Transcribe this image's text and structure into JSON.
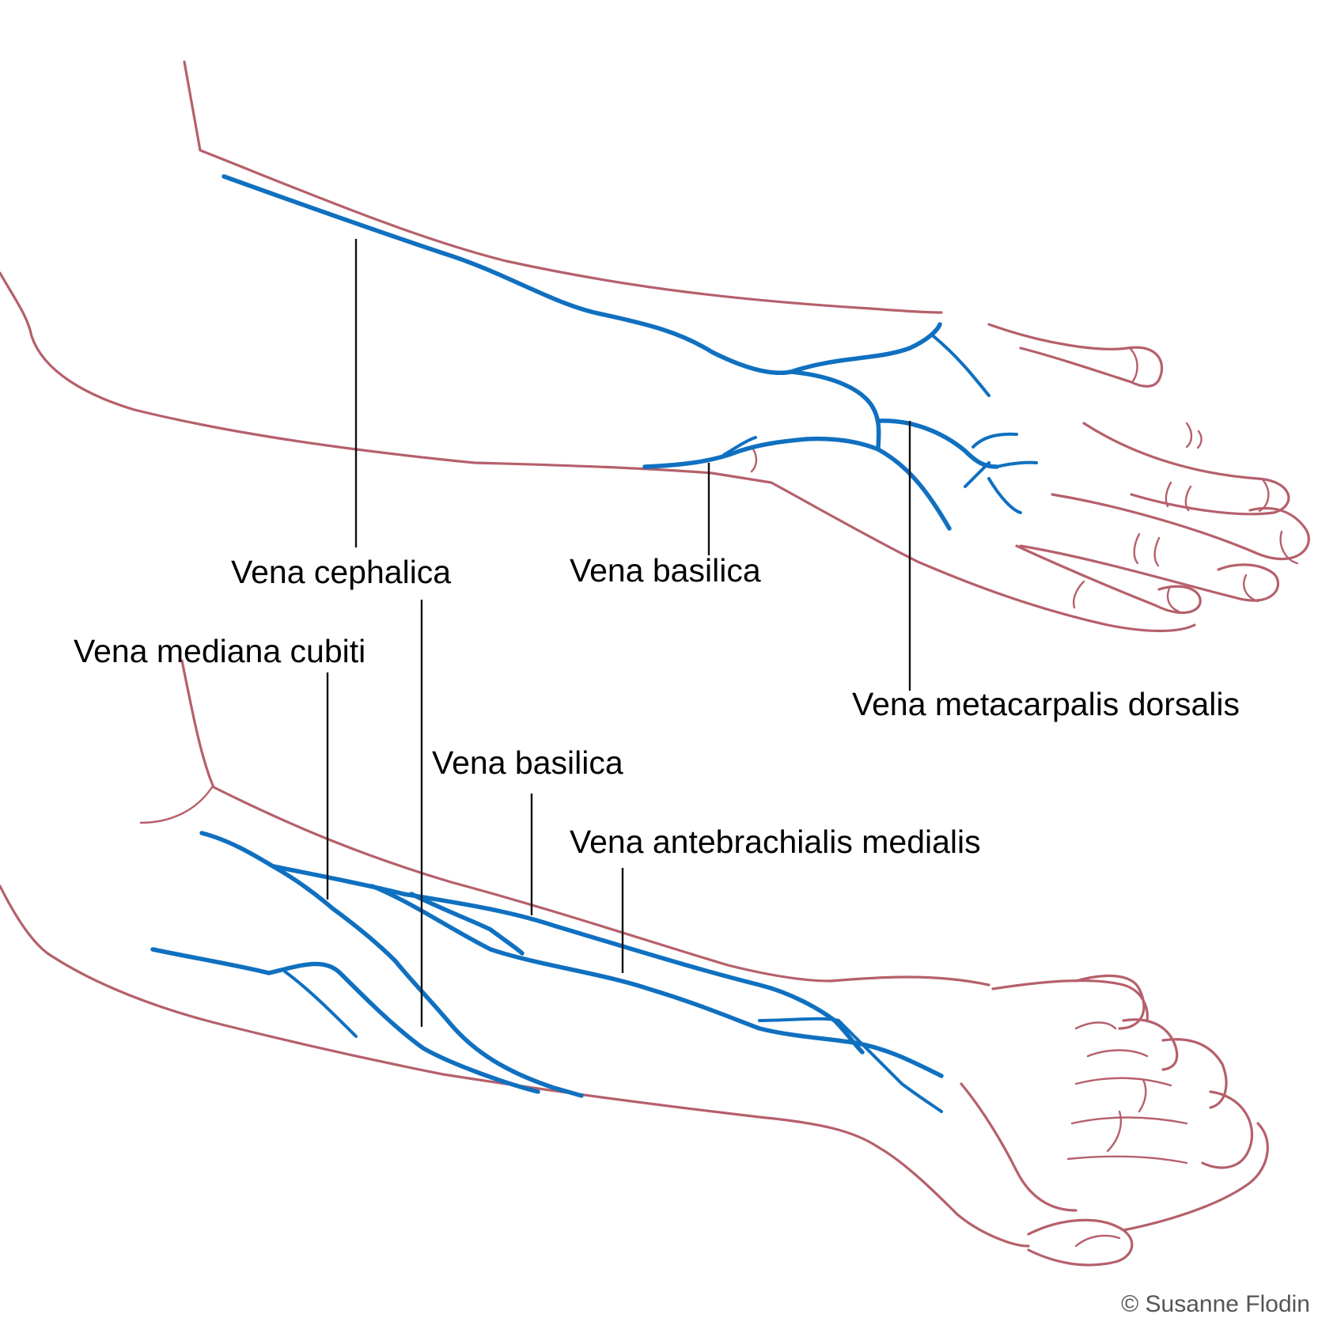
{
  "colors": {
    "skin_outline": "#b5606b",
    "vein": "#1070c0",
    "leader_line": "#111111",
    "label_text": "#000000",
    "credit_text": "#555555"
  },
  "labels": {
    "vena_cephalica": "Vena cephalica",
    "vena_basilica_upper": "Vena basilica",
    "vena_metacarpalis_dorsalis": "Vena metacarpalis dorsalis",
    "vena_mediana_cubiti": "Vena mediana cubiti",
    "vena_basilica_lower": "Vena basilica",
    "vena_antebrachialis_medialis": "Vena antebrachialis medialis"
  },
  "credit": "© Susanne Flodin"
}
